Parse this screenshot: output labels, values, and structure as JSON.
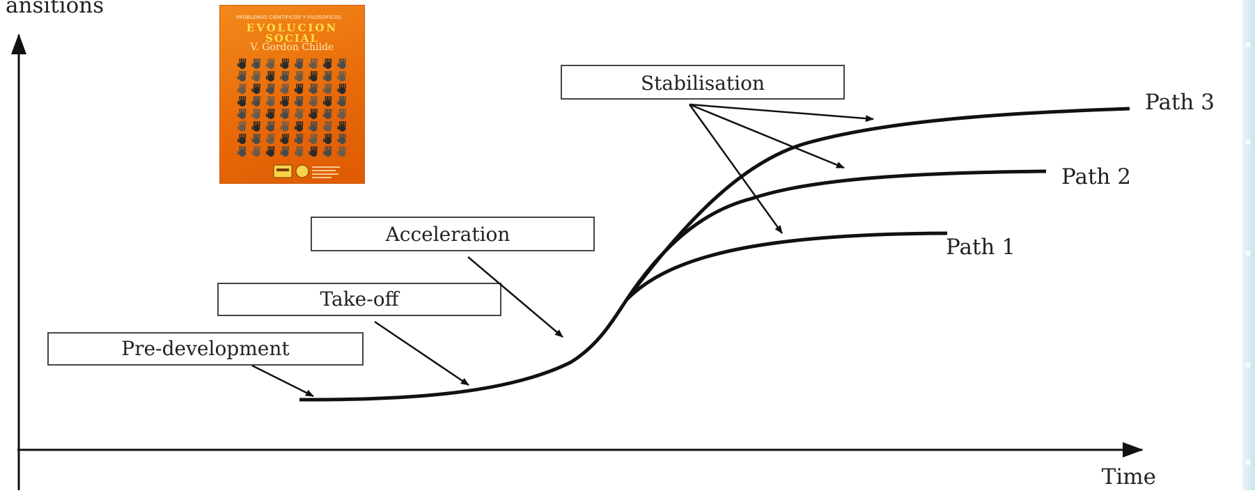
{
  "diagram": {
    "y_axis_label": "ansitions",
    "x_axis_label": "Time",
    "phases": [
      {
        "label": "Pre-development"
      },
      {
        "label": "Take-off"
      },
      {
        "label": "Acceleration"
      },
      {
        "label": "Stabilisation"
      }
    ],
    "paths": [
      {
        "label": "Path 1"
      },
      {
        "label": "Path 2"
      },
      {
        "label": "Path 3"
      }
    ]
  },
  "book_cover": {
    "series": "PROBLEMAS CIENTIFICOS Y FILOSOFICOS",
    "title_line1": "EVOLUCION",
    "title_line2": "SOCIAL",
    "author": "V. Gordon Childe",
    "colors": {
      "background": "#e96a08",
      "title": "#ffe14a"
    }
  },
  "colors": {
    "line": "#111111",
    "box_border": "#444444",
    "background": "#ffffff"
  }
}
